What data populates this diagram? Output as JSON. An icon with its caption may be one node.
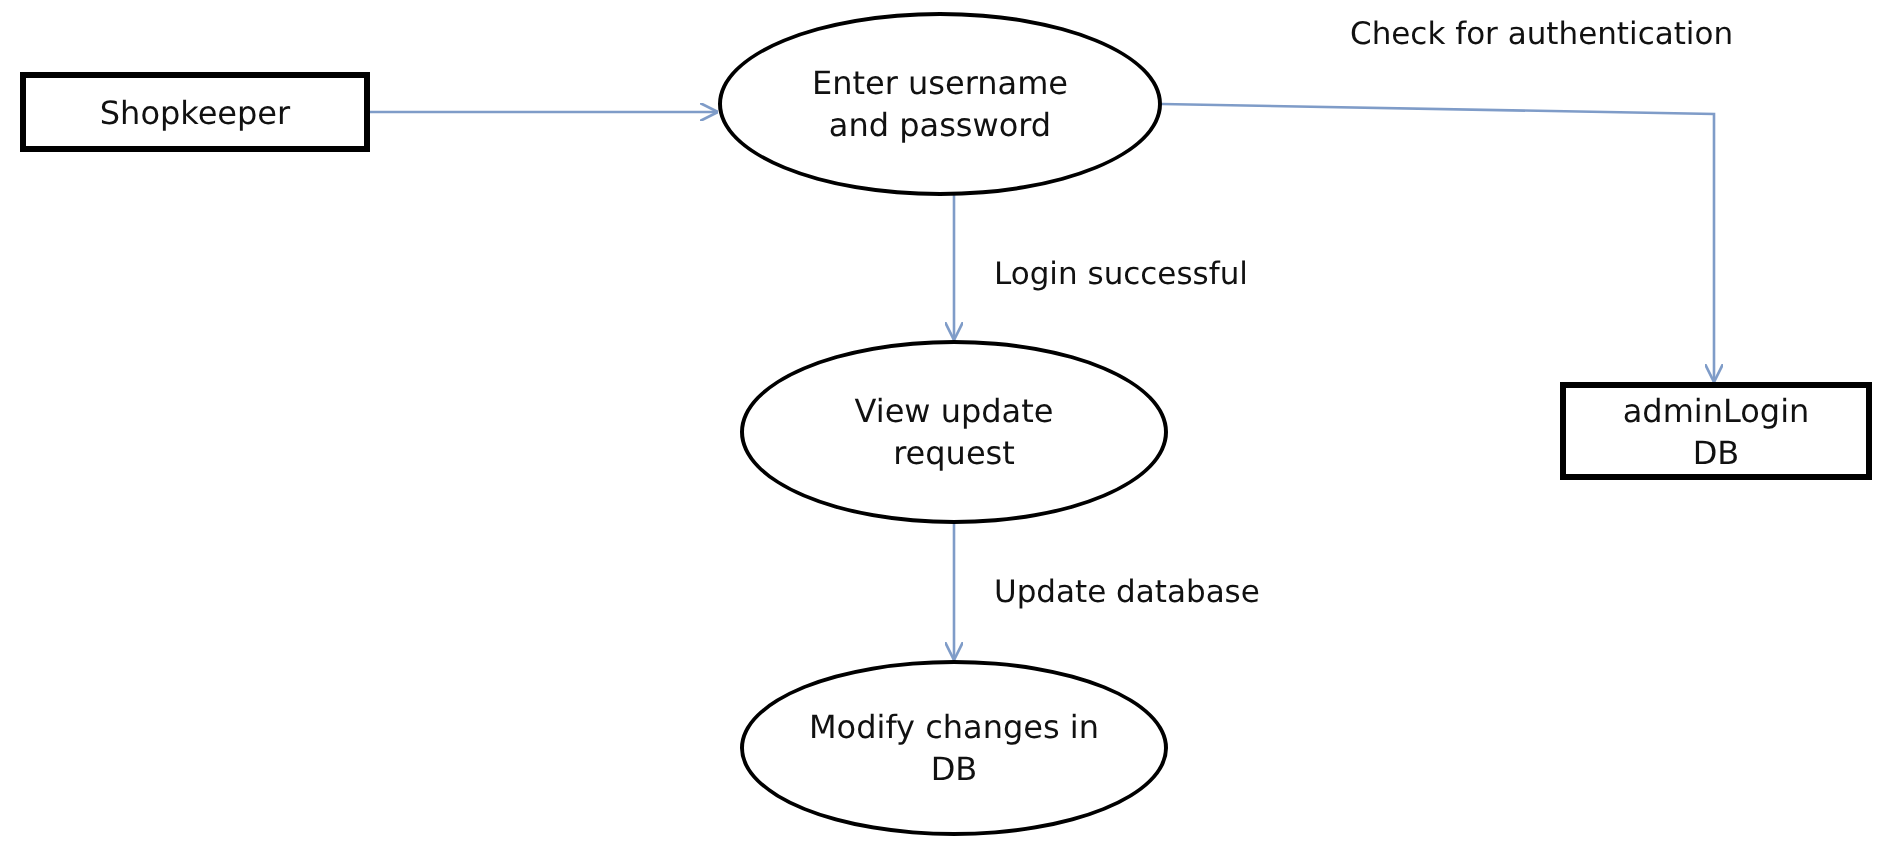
{
  "diagram": {
    "nodes": [
      {
        "text": [
          "Shopkeeper"
        ]
      },
      {
        "text": [
          "Enter username and password"
        ]
      },
      {
        "text": [
          "adminLogin DB"
        ]
      },
      {
        "text": [
          "View update request"
        ]
      },
      {
        "text": [
          "Modify changes in DB"
        ]
      }
    ],
    "edges": [
      {
        "from": 0,
        "to": 1,
        "arrow": "to"
      },
      {
        "from": 1,
        "to": 2,
        "arrow": "to",
        "label": "Check for authentication"
      },
      {
        "from": 1,
        "to": 3,
        "arrow": "to",
        "label": "Login successful"
      },
      {
        "from": 3,
        "to": 4,
        "arrow": "to",
        "label": "Update database"
      }
    ]
  }
}
